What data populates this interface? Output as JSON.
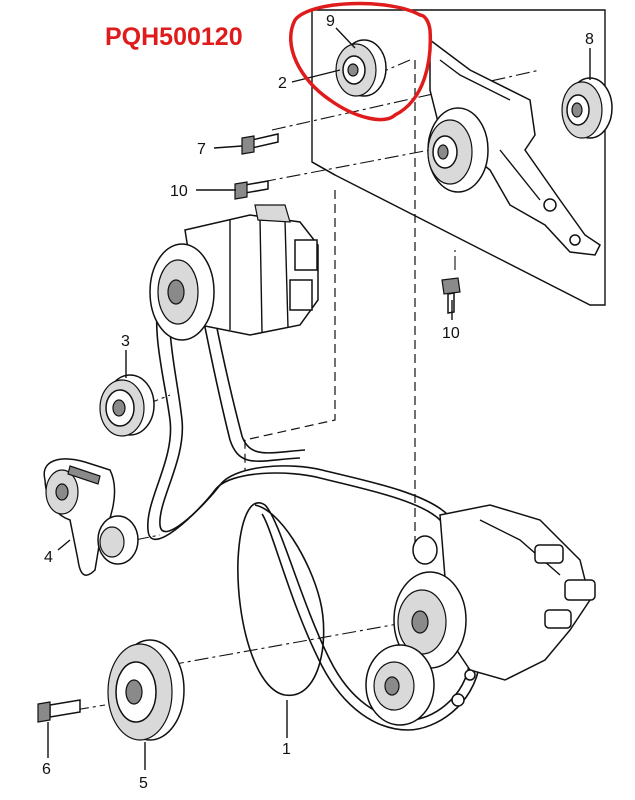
{
  "diagram": {
    "part_number": "PQH500120",
    "callouts": {
      "belt": "1",
      "tensioner_mount_bolt": "2",
      "idler_pulley_left": "3",
      "tensioner_assembly": "4",
      "crank_pulley": "5",
      "crank_bolt": "6",
      "bolt_upper": "7",
      "idler_pulley_right": "8",
      "idler_pulley_top": "9",
      "bolt_lower": "10",
      "bolt_bracket": "10"
    },
    "colors": {
      "part_number_text": "#e01b1b",
      "highlight_marker": "#e01b1b",
      "line_art": "#111111"
    }
  }
}
